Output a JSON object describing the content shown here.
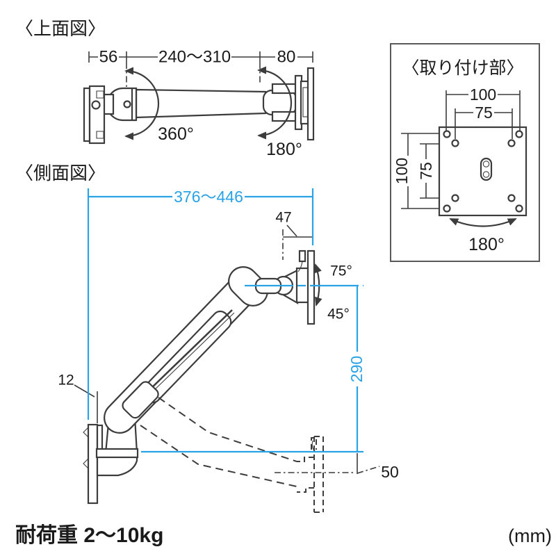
{
  "colors": {
    "line": "#3c3c3c",
    "accent_blue": "#2aa2e6",
    "text": "#1a1a1a",
    "panel_border": "#595959"
  },
  "top_view": {
    "title": "〈上面図〉",
    "dim_bracket": "56",
    "dim_arm_range": "240〜310",
    "dim_head": "80",
    "base_rotation": "360°",
    "head_rotation": "180°"
  },
  "side_view": {
    "title": "〈側面図〉",
    "dim_reach": "376〜446",
    "dim_pivot_offset": "47",
    "tilt_up": "75°",
    "tilt_down": "45°",
    "dim_height_range": "290",
    "dim_plate_thickness": "12",
    "dim_drop": "50"
  },
  "mount_panel": {
    "title": "〈取り付け部〉",
    "dim_width_100": "100",
    "dim_width_75": "75",
    "dim_height_100": "100",
    "dim_height_75": "75",
    "swivel": "180°"
  },
  "footer": {
    "load_capacity": "耐荷重 2〜10kg",
    "unit": "(mm)"
  }
}
